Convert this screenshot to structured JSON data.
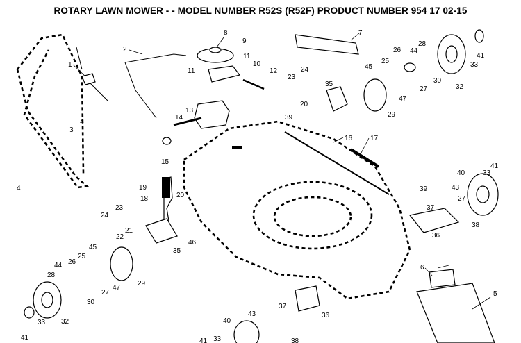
{
  "title": "ROTARY LAWN MOWER - - MODEL NUMBER R52S (R52F) PRODUCT NUMBER 954 17 02-15",
  "side_mark": "4",
  "labels": {
    "p1": "1",
    "p2": "2",
    "p3": "3",
    "p4": "4",
    "p5": "5",
    "p6": "6",
    "p7": "7",
    "p8": "8",
    "p9": "9",
    "p10": "10",
    "p11a": "11",
    "p11b": "11",
    "p12": "12",
    "p13": "13",
    "p14": "14",
    "p15": "15",
    "p16": "16",
    "p17": "17",
    "p18": "18",
    "p19": "19",
    "p20a": "20",
    "p20b": "20",
    "p21": "21",
    "p22": "22",
    "p23a": "23",
    "p23b": "23",
    "p24a": "24",
    "p24b": "24",
    "p25a": "25",
    "p25b": "25",
    "p26a": "26",
    "p26b": "26",
    "p27a": "27",
    "p27b": "27",
    "p27c": "27",
    "p28a": "28",
    "p28b": "28",
    "p29a": "29",
    "p29b": "29",
    "p30a": "30",
    "p30b": "30",
    "p32a": "32",
    "p32b": "32",
    "p33a": "33",
    "p33b": "33",
    "p33c": "33",
    "p33d": "33",
    "p35a": "35",
    "p35b": "35",
    "p36a": "36",
    "p36b": "36",
    "p37a": "37",
    "p37b": "37",
    "p38a": "38",
    "p38b": "38",
    "p39a": "39",
    "p39b": "39",
    "p40a": "40",
    "p40b": "40",
    "p41a": "41",
    "p41b": "41",
    "p41c": "41",
    "p41d": "41",
    "p43a": "43",
    "p43b": "43",
    "p44a": "44",
    "p44b": "44",
    "p45a": "45",
    "p45b": "45",
    "p46": "46",
    "p47a": "47",
    "p47b": "47"
  }
}
